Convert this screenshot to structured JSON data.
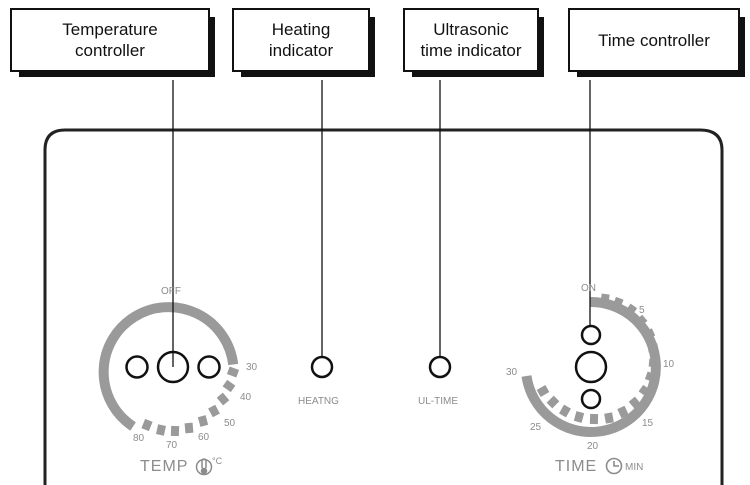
{
  "callouts": {
    "temperature_controller": "Temperature\ncontroller",
    "heating_indicator": "Heating\nindicator",
    "ultrasonic_time_indicator": "Ultrasonic\ntime indicator",
    "time_controller": "Time controller"
  },
  "panel": {
    "temp_label": "TEMP",
    "temp_unit": "°C",
    "temp_off": "OFF",
    "temp_ticks": [
      "30",
      "40",
      "50",
      "60",
      "70",
      "80"
    ],
    "heating_label": "HEATNG",
    "ultime_label": "UL-TIME",
    "time_label": "TIME",
    "time_unit": "MIN",
    "time_on": "ON",
    "time_ticks": [
      "5",
      "10",
      "15",
      "20",
      "25",
      "30"
    ]
  },
  "colors": {
    "ring": "#9a9a9a",
    "line": "#111111",
    "label": "#8c8c8c"
  }
}
